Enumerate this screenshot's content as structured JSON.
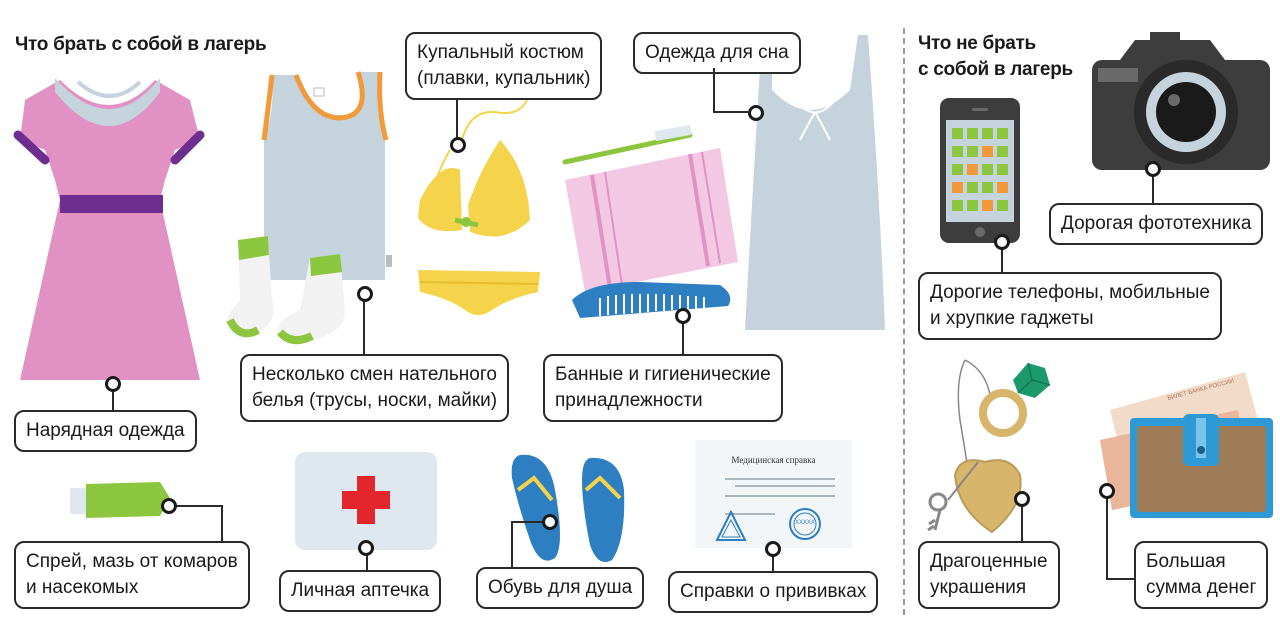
{
  "headings": {
    "take": "Что брать с собой в лагерь",
    "not_take_line1": "Что не брать",
    "not_take_line2": "с собой в лагерь"
  },
  "labels": {
    "swimsuit_line1": "Купальный костюм",
    "swimsuit_line2": "(плавки, купальник)",
    "sleepwear": "Одежда для сна",
    "underwear_line1": "Несколько смен нательного",
    "underwear_line2": "белья (трусы, носки, майки)",
    "hygiene_line1": "Банные и гигиенические",
    "hygiene_line2": "принадлежности",
    "dress": "Нарядная одежда",
    "spray_line1": "Спрей, мазь от комаров",
    "spray_line2": "и насекомых",
    "firstaid": "Личная аптечка",
    "shower_shoes": "Обувь для душа",
    "certificates": "Справки о прививках",
    "camera": "Дорогая фототехника",
    "phones_line1": "Дорогие телефоны, мобильные",
    "phones_line2": "и хрупкие гаджеты",
    "jewelry_line1": "Драгоценные",
    "jewelry_line2": "украшения",
    "money_line1": "Большая",
    "money_line2": "сумма денег"
  },
  "document_text": {
    "title": "Медицинская справка",
    "stamp": "XXXXX"
  },
  "banknote_text": "БИЛЕТ БАНКА РОССИИ",
  "icons": [
    "dress-icon",
    "undershirt-icon",
    "socks-icon",
    "swimsuit-icon",
    "towel-icon",
    "toothbrush-icon",
    "comb-icon",
    "nightgown-icon",
    "ointment-tube-icon",
    "first-aid-kit-icon",
    "flip-flops-icon",
    "medical-certificate-icon",
    "smartphone-icon",
    "camera-icon",
    "jewelry-icon",
    "wallet-icon",
    "banknotes-icon"
  ],
  "colors": {
    "dress_pink": "#e291c4",
    "dress_belt": "#6e2e90",
    "light_blue": "#c5d3dc",
    "orange_trim": "#f29a3a",
    "green": "#8cc63f",
    "yellow": "#f5d34b",
    "blue": "#2d7fc1",
    "red_cross": "#e3262c",
    "camera_dark": "#3d3d3d",
    "emerald": "#1d9a6c",
    "gold": "#d7b56a"
  }
}
